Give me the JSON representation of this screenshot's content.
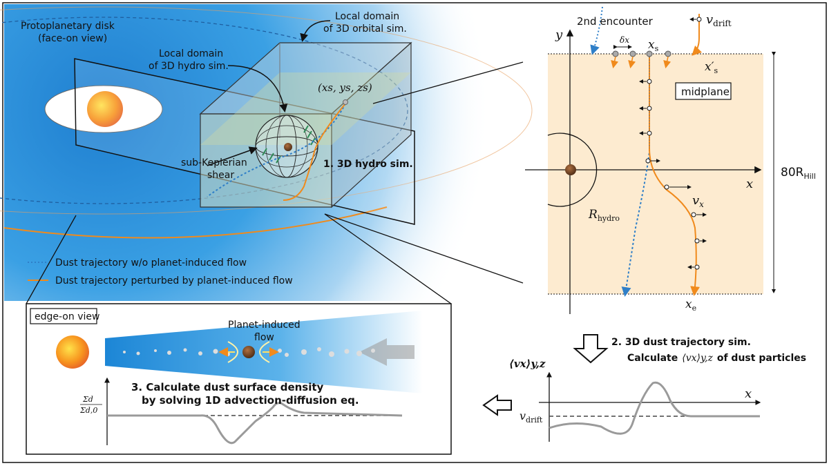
{
  "colors": {
    "disk_blue": "#2a8fd8",
    "midplane_fill": "#fdebd0",
    "orange": "#f08a1c",
    "blue_dotted": "#2f7fc8",
    "gray_curve": "#9a9a9a"
  },
  "panel_left": {
    "disk_label_1": "Protoplanetary disk",
    "disk_label_2": "(face-on view)",
    "orbital_label_1": "Local domain",
    "orbital_label_2": "of 3D orbital sim.",
    "hydro_label_1": "Local domain",
    "hydro_label_2": "of 3D hydro sim.",
    "start_point": "(xs, ys, zs)",
    "shear_1": "sub-Keplerian",
    "shear_2": "shear",
    "step1": "1. 3D hydro sim.",
    "legend_blue": "Dust trajectory w/o planet-induced flow",
    "legend_orange": "Dust trajectory perturbed by planet-induced flow"
  },
  "panel_right": {
    "encounter": "2nd encounter",
    "v_drift": "v",
    "v_drift_sub": "drift",
    "y_axis": "y",
    "x_axis": "x",
    "delta_x": "δx",
    "xs": "x",
    "xs_sub": "s",
    "xs_prime": "x′",
    "xs_prime_sub": "s",
    "midplane": "midplane",
    "r_hill": "80R",
    "r_hill_sub": "Hill",
    "r_hydro": "R",
    "r_hydro_sub": "hydro",
    "vx": "v",
    "vx_sub": "x",
    "xe": "x",
    "xe_sub": "e"
  },
  "step2": {
    "line1": "2. 3D dust trajectory sim.",
    "line2_pre": "Calculate",
    "line2_math": "⟨vx⟩y,z",
    "line2_post": "of dust particles"
  },
  "mean_plot": {
    "ylabel": "⟨vx⟩y,z",
    "xlabel": "x",
    "vdrift": "v",
    "vdrift_sub": "drift"
  },
  "panel_bottom": {
    "edge_on": "edge-on view",
    "flow_1": "Planet-induced",
    "flow_2": "flow",
    "step3_1": "3. Calculate dust surface density",
    "step3_2": "by solving 1D advection-diffusion eq.",
    "ylabel_num": "Σd",
    "ylabel_den": "Σd,0"
  }
}
